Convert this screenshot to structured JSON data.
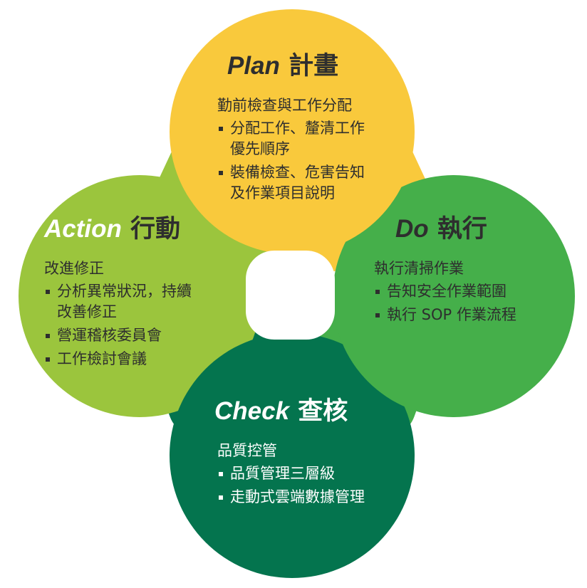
{
  "colors": {
    "plan": "#F9C93C",
    "do": "#45AF4A",
    "action": "#9BC53D",
    "check": "#04744E",
    "connector_top": "#F9C93C",
    "connector_right": "#45AF4A",
    "connector_bottom": "#04744E",
    "connector_left": "#9BC53D"
  },
  "plan": {
    "title_en": "Plan",
    "title_zh": "計畫",
    "subtitle": "勤前檢查與工作分配",
    "items": [
      {
        "lines": [
          "分配工作、釐清工作",
          "優先順序"
        ]
      },
      {
        "lines": [
          "裝備檢查、危害告知",
          "及作業項目說明"
        ]
      }
    ]
  },
  "do": {
    "title_en": "Do",
    "title_zh": "執行",
    "subtitle": "執行清掃作業",
    "items": [
      {
        "lines": [
          "告知安全作業範圍"
        ]
      },
      {
        "lines": [
          "執行 SOP 作業流程"
        ]
      }
    ]
  },
  "action": {
    "title_en": "Action",
    "title_zh": "行動",
    "subtitle": "改進修正",
    "items": [
      {
        "lines": [
          "分析異常狀況，持續",
          "改善修正"
        ]
      },
      {
        "lines": [
          "營運稽核委員會"
        ]
      },
      {
        "lines": [
          "工作檢討會議"
        ]
      }
    ]
  },
  "check": {
    "title_en": "Check",
    "title_zh": "查核",
    "subtitle": "品質控管",
    "items": [
      {
        "lines": [
          "品質管理三層級"
        ]
      },
      {
        "lines": [
          "走動式雲端數據管理"
        ]
      }
    ]
  }
}
